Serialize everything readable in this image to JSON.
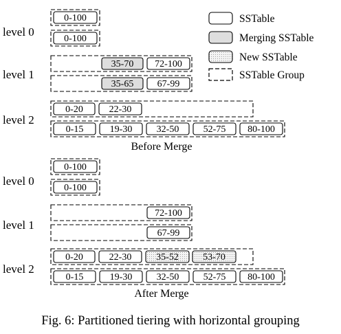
{
  "legend": {
    "sstable": "SSTable",
    "merging": "Merging SSTable",
    "new": "New SSTable",
    "group": "SSTable Group"
  },
  "before": {
    "caption": "Before Merge",
    "levels": [
      {
        "label": "level 0",
        "groups": [
          [
            {
              "text": "0-100",
              "kind": "sstable"
            }
          ],
          [
            {
              "text": "0-100",
              "kind": "sstable"
            }
          ]
        ]
      },
      {
        "label": "level 1",
        "groups": [
          [
            {
              "text": "35-70",
              "kind": "merging"
            },
            {
              "text": "72-100",
              "kind": "sstable"
            }
          ],
          [
            {
              "text": "35-65",
              "kind": "merging"
            },
            {
              "text": "67-99",
              "kind": "sstable"
            }
          ]
        ]
      },
      {
        "label": "level 2",
        "groups": [
          [
            {
              "text": "0-20",
              "kind": "sstable"
            },
            {
              "text": "22-30",
              "kind": "sstable"
            }
          ],
          [
            {
              "text": "0-15",
              "kind": "sstable"
            },
            {
              "text": "19-30",
              "kind": "sstable"
            },
            {
              "text": "32-50",
              "kind": "sstable"
            },
            {
              "text": "52-75",
              "kind": "sstable"
            },
            {
              "text": "80-100",
              "kind": "sstable"
            }
          ]
        ]
      }
    ]
  },
  "after": {
    "caption": "After Merge",
    "levels": [
      {
        "label": "level 0",
        "groups": [
          [
            {
              "text": "0-100",
              "kind": "sstable"
            }
          ],
          [
            {
              "text": "0-100",
              "kind": "sstable"
            }
          ]
        ]
      },
      {
        "label": "level 1",
        "groups": [
          [
            {
              "text": "72-100",
              "kind": "sstable"
            }
          ],
          [
            {
              "text": "67-99",
              "kind": "sstable"
            }
          ]
        ]
      },
      {
        "label": "level 2",
        "groups": [
          [
            {
              "text": "0-20",
              "kind": "sstable"
            },
            {
              "text": "22-30",
              "kind": "sstable"
            },
            {
              "text": "35-52",
              "kind": "new"
            },
            {
              "text": "53-70",
              "kind": "new"
            }
          ],
          [
            {
              "text": "0-15",
              "kind": "sstable"
            },
            {
              "text": "19-30",
              "kind": "sstable"
            },
            {
              "text": "32-50",
              "kind": "sstable"
            },
            {
              "text": "52-75",
              "kind": "sstable"
            },
            {
              "text": "80-100",
              "kind": "sstable"
            }
          ]
        ]
      }
    ]
  },
  "figure_caption": "Fig. 6: Partitioned tiering with horizontal grouping",
  "colors": {
    "merging_fill": "#dedede",
    "new_fill": "#f0f0f0",
    "stroke": "#000000"
  }
}
